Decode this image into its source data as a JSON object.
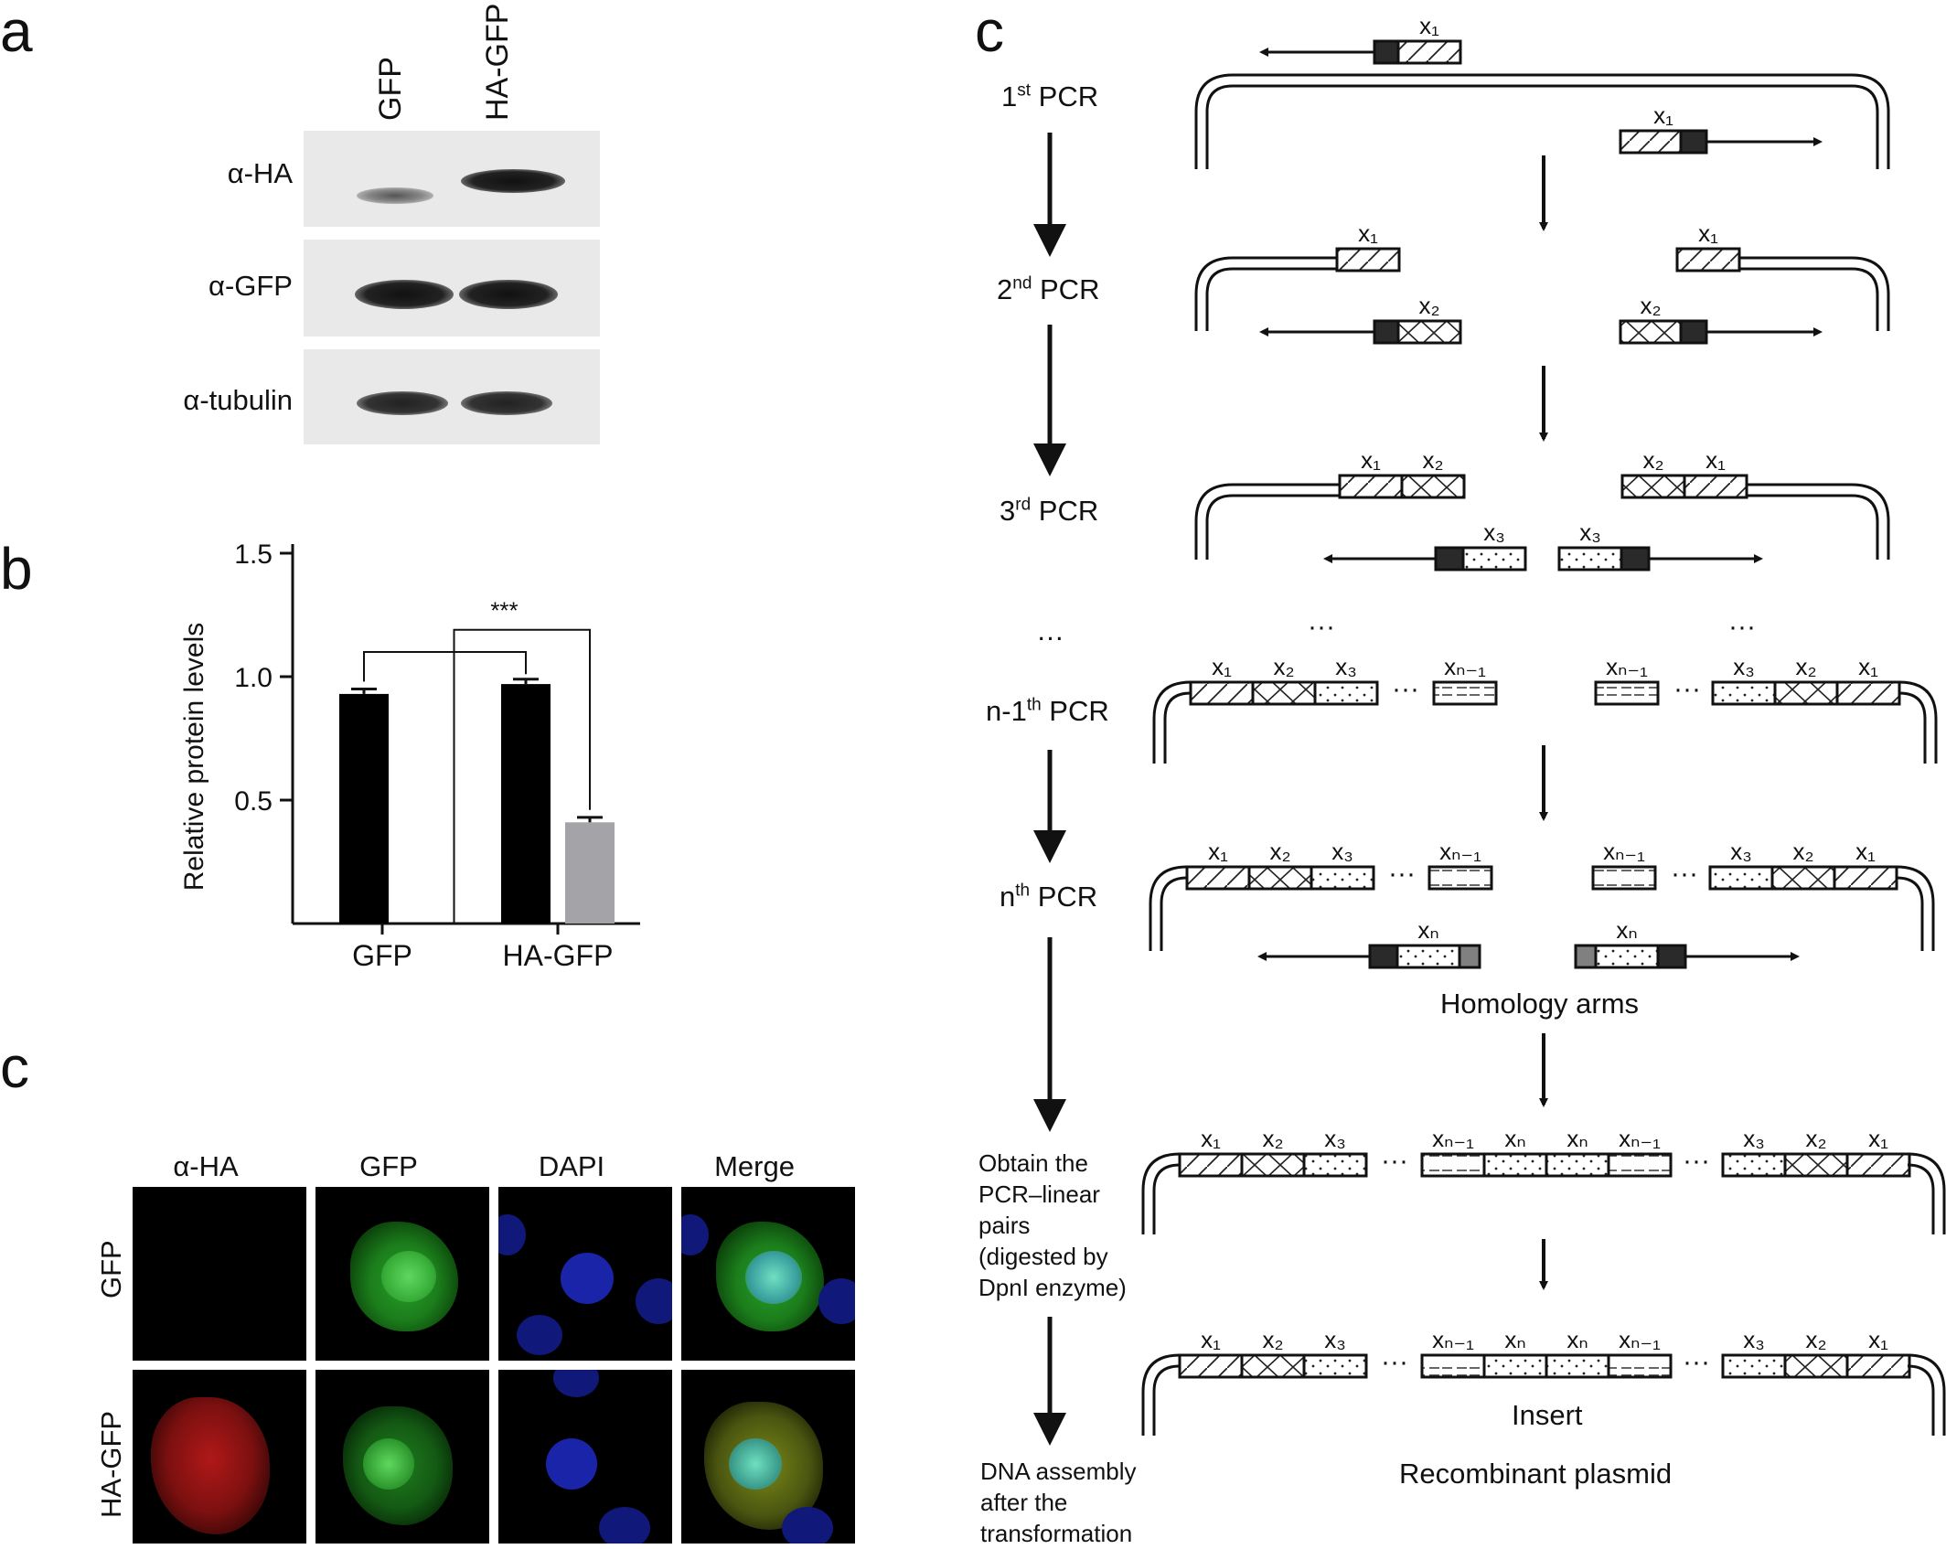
{
  "panel_a": {
    "letter": "a",
    "lanes": [
      "GFP",
      "HA-GFP"
    ],
    "rows": [
      "α-HA",
      "α-GFP",
      "α-tubulin"
    ]
  },
  "panel_b": {
    "letter": "b",
    "significance": "***"
  },
  "chart_data": {
    "type": "bar",
    "categories": [
      "GFP",
      "HA-GFP"
    ],
    "series": [
      {
        "values": [
          0.93,
          0.97
        ],
        "errors": [
          0.02,
          0.02
        ],
        "color": "#000000"
      },
      {
        "values": [
          null,
          0.41
        ],
        "errors": [
          null,
          0.02
        ],
        "color": "#a4a4a8"
      }
    ],
    "ylabel": "Relative protein levels",
    "yticks": [
      "0.5",
      "1.0",
      "1.5"
    ],
    "ylim": [
      0,
      1.5
    ]
  },
  "panel_c_left": {
    "letter": "c",
    "columns": [
      "α-HA",
      "GFP",
      "DAPI",
      "Merge"
    ],
    "rows": [
      "GFP",
      "HA-GFP"
    ]
  },
  "panel_c_right": {
    "letter": "c",
    "steps": {
      "s1_pre": "1",
      "s1_sup": "st",
      "s1_post": " PCR",
      "s2_pre": "2",
      "s2_sup": "nd",
      "s2_post": " PCR",
      "s3_pre": "3",
      "s3_sup": "rd",
      "s3_post": " PCR",
      "dots": "…",
      "s4_pre": "n-1",
      "s4_sup": "th",
      "s4_post": " PCR",
      "s5_pre": "n",
      "s5_sup": "th",
      "s5_post": " PCR",
      "obtain": [
        "Obtain the",
        "PCR–linear",
        "pairs",
        "(digested by",
        "DpnI enzyme)"
      ],
      "assembly": [
        "DNA assembly",
        "after the",
        "transformation"
      ]
    },
    "fragment_labels": {
      "x1": "x₁",
      "x2": "x₂",
      "x3": "x₃",
      "xn1": "xₙ₋₁",
      "xn": "xₙ",
      "ellipsis": "···"
    },
    "homology_arms": "Homology arms",
    "insert": "Insert",
    "recombinant": "Recombinant plasmid"
  }
}
